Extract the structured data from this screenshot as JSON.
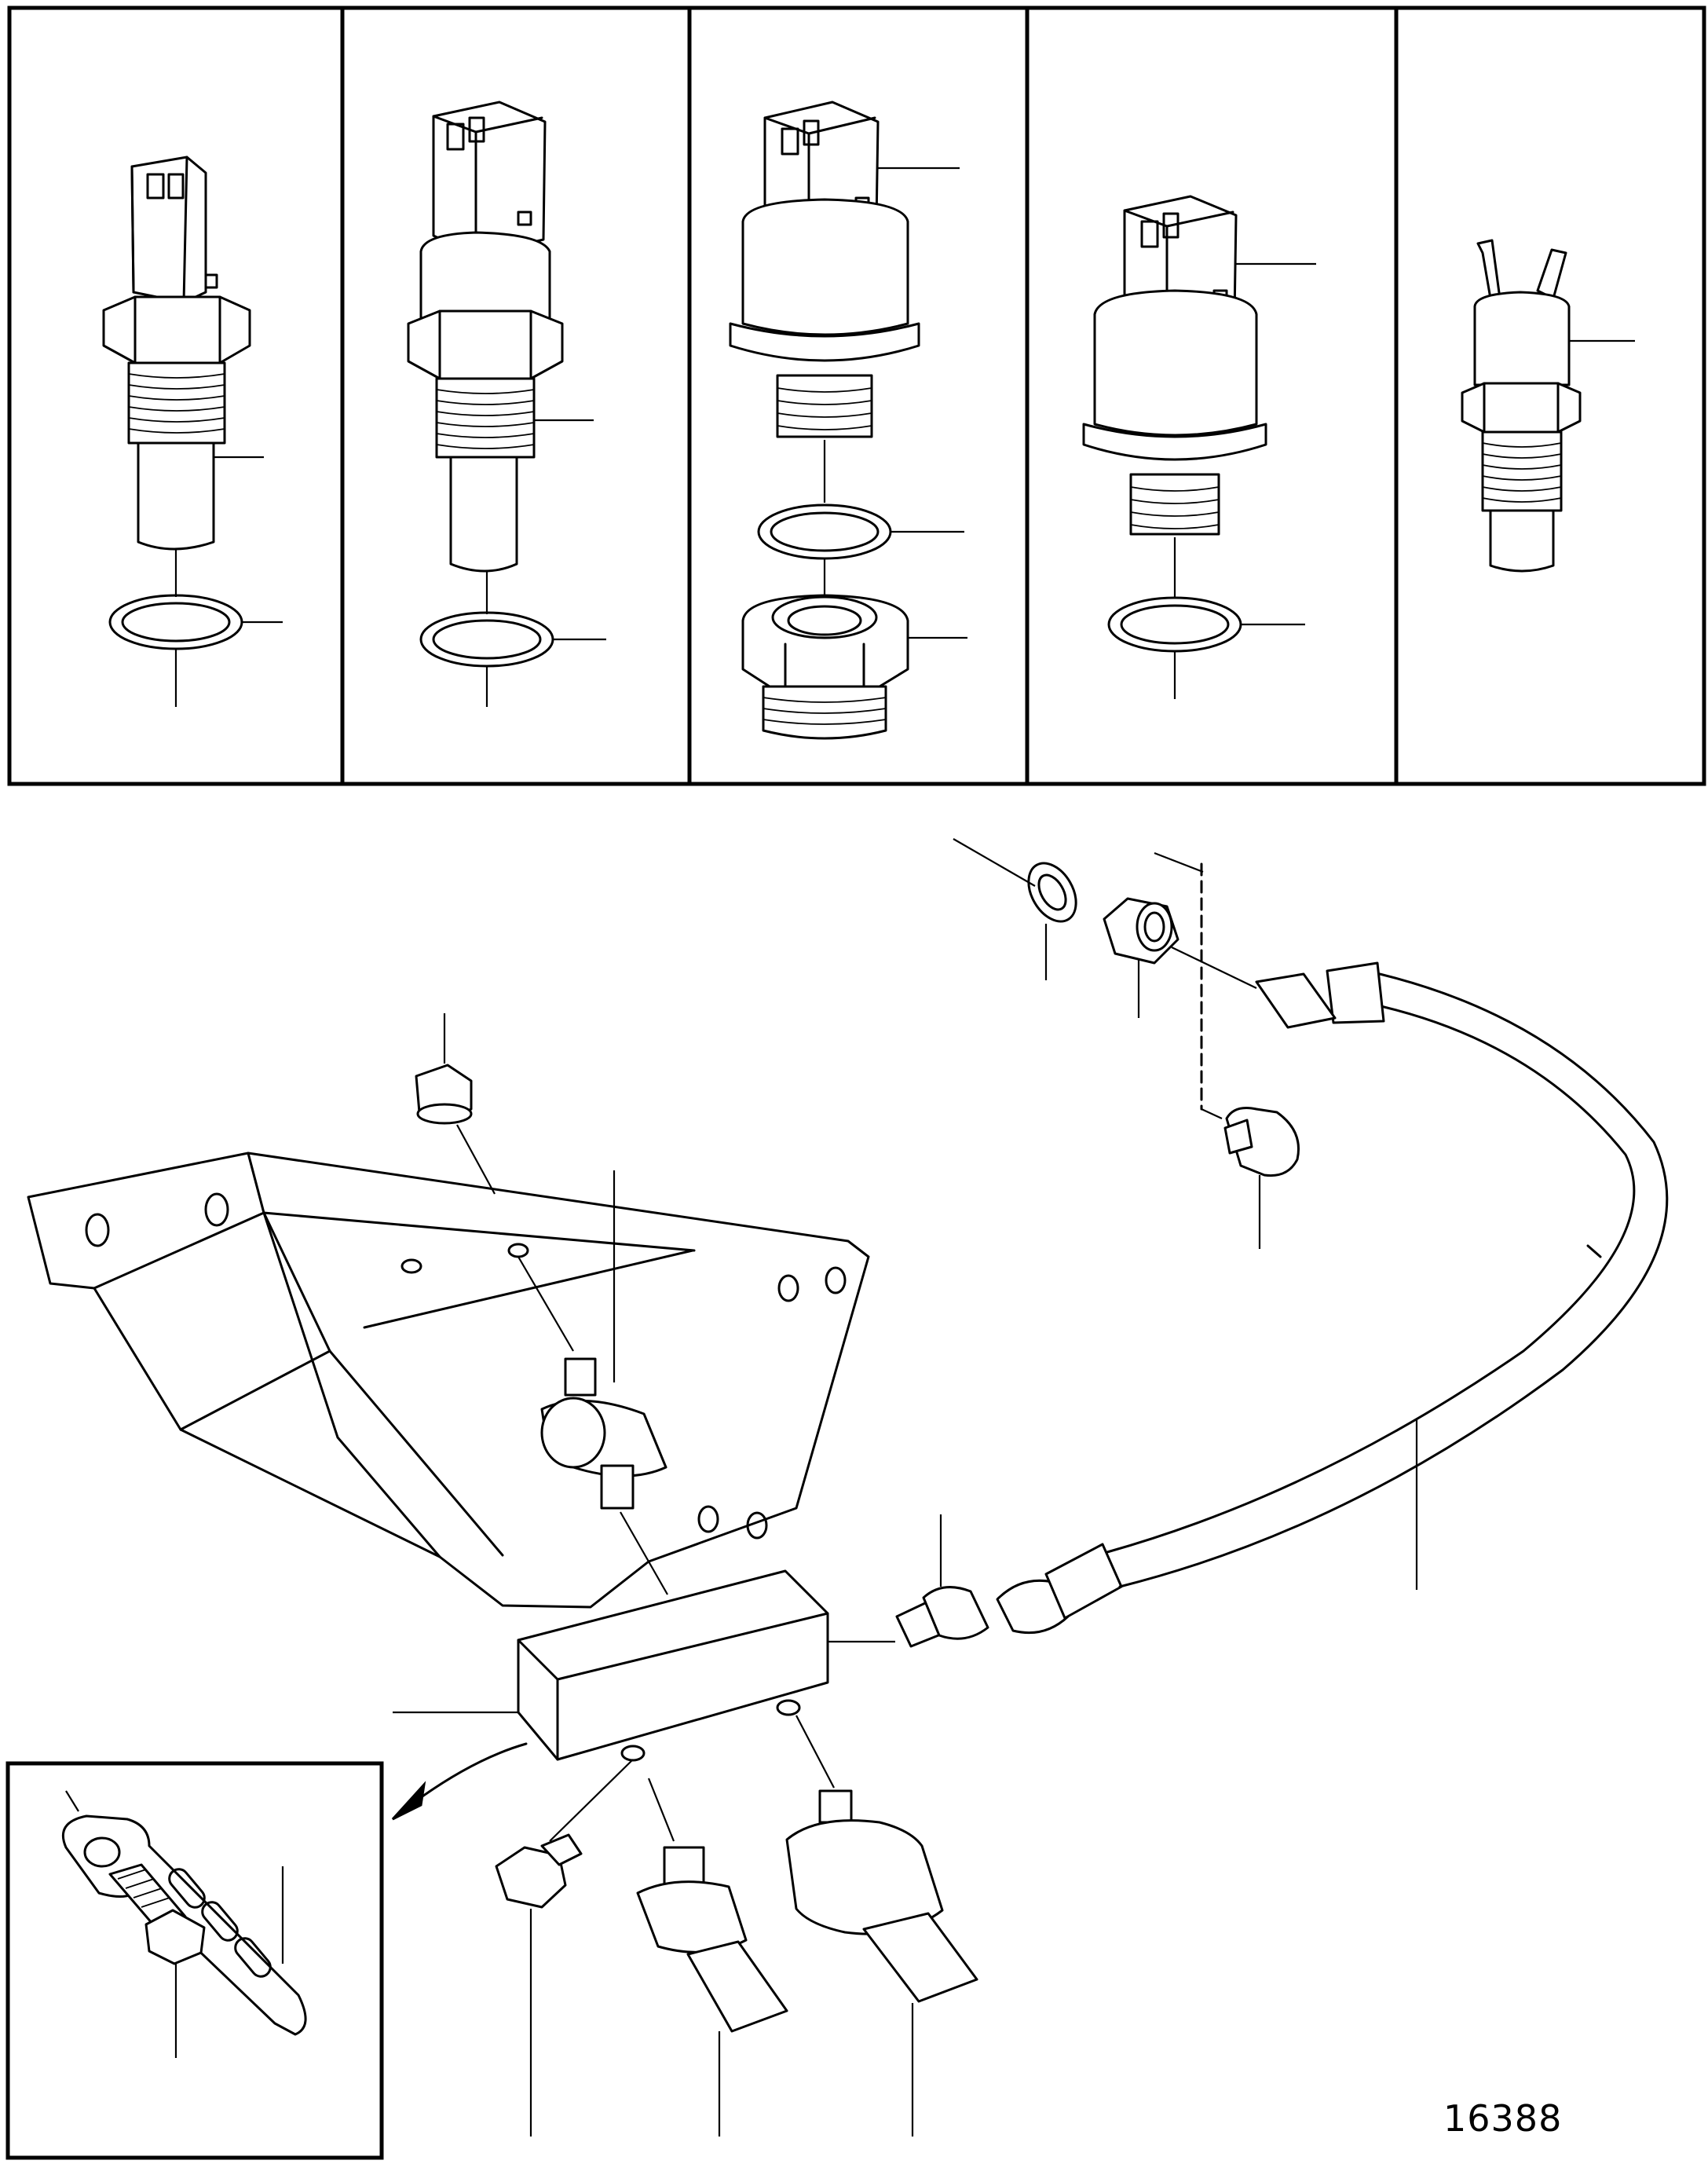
{
  "figure": {
    "number": "16388"
  },
  "panels": [
    {
      "part": "temperature-sensor-2pin"
    },
    {
      "part": "temperature-sensor-2pin-collar"
    },
    {
      "part": "pressure-sensor-with-adapter"
    },
    {
      "part": "pressure-sensor-2pin"
    },
    {
      "part": "temperature-switch-spade"
    }
  ],
  "colors": {
    "line": "#000000",
    "background": "#ffffff"
  }
}
